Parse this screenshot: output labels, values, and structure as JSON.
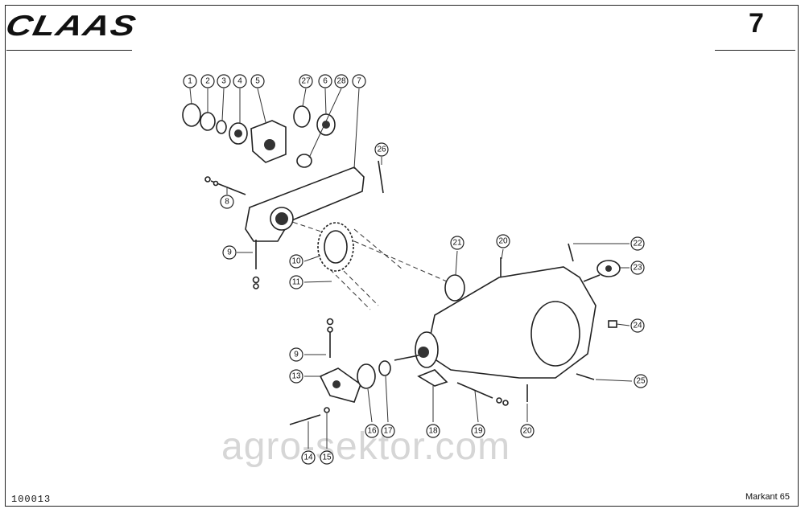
{
  "header": {
    "brand": "CLAAS",
    "page_number": "7"
  },
  "footer": {
    "document_number": "100013",
    "model": "Markant 65"
  },
  "watermark": "agro-sektor.com",
  "callouts": [
    "1",
    "2",
    "3",
    "4",
    "5",
    "27",
    "6",
    "28",
    "7",
    "26",
    "8",
    "9",
    "10",
    "11",
    "21",
    "20",
    "22",
    "23",
    "24",
    "9",
    "13",
    "16",
    "17",
    "18",
    "19",
    "20",
    "25",
    "14",
    "15"
  ]
}
